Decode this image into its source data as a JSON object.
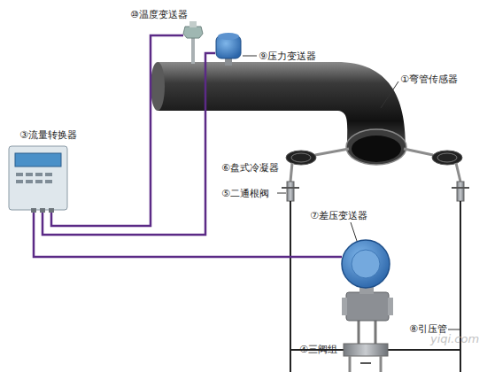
{
  "diagram": {
    "nodes": [
      {
        "text": [
          "⑩温度变送器"
        ]
      },
      {
        "text": [
          "⑨压力变送器"
        ]
      },
      {
        "text": [
          "③流量转换器"
        ]
      },
      {
        "text": [
          "⑦差压变送器"
        ]
      }
    ],
    "edges": [
      {
        "from": 2,
        "to": 0,
        "arrow": "none"
      },
      {
        "from": 2,
        "to": 1,
        "arrow": "none"
      },
      {
        "from": 2,
        "to": 3,
        "arrow": "none"
      }
    ],
    "labels": [
      "①弯管传感器",
      "⑥盘式冷凝器",
      "⑤二通根阀",
      "⑧引压管",
      "④三阀组",
      "yiqi.com"
    ]
  }
}
